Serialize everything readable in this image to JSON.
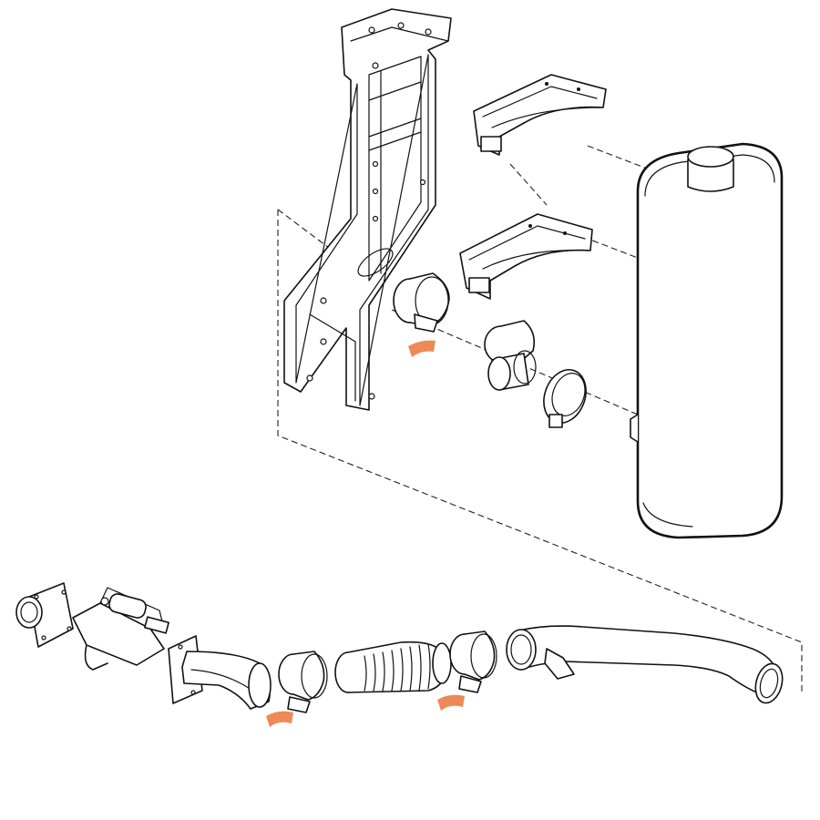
{
  "diagram": {
    "kind": "exploded-parts-view",
    "parts": [
      "mounting-bracket",
      "muffler-strap-upper",
      "muffler-strap-lower",
      "muffler",
      "clamp-upper",
      "pipe-adapter",
      "v-band-clamp",
      "turbo-flange",
      "exhaust-brake",
      "elbow-pipe",
      "clamp-left",
      "flex-bellows",
      "clamp-right",
      "long-exhaust-pipe"
    ],
    "colors": {
      "highlight": "#ee8a55",
      "line": "#111111",
      "background": "#ffffff"
    }
  }
}
